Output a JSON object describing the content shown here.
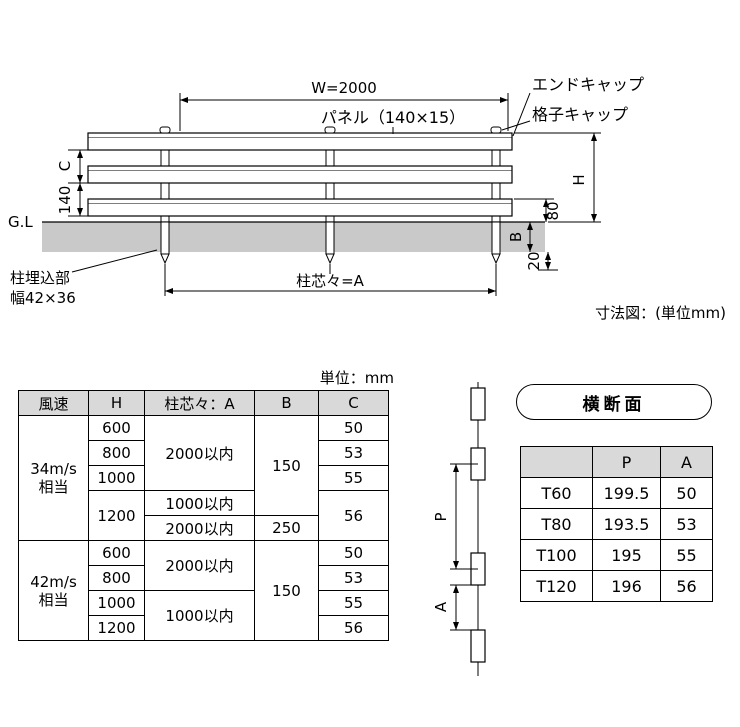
{
  "drawing": {
    "w_dim": "W=2000",
    "panel_label": "パネル（140×15）",
    "end_cap_label": "エンドキャップ",
    "grid_cap_label": "格子キャップ",
    "gl_label": "G.L",
    "h_dim": "H",
    "dim_80": "80",
    "dim_b": "B",
    "dim_20": "20",
    "dim_c": "C",
    "dim_140": "140",
    "embed_label_l1": "柱埋込部",
    "embed_label_l2": "幅42×36",
    "post_pitch_label": "柱芯々=A",
    "caption": "寸法図：(単位mm)"
  },
  "spec_table": {
    "unit_note": "単位：mm",
    "headers": {
      "wind": "風速",
      "h": "H",
      "a": "柱芯々：A",
      "b": "B",
      "c": "C"
    },
    "g34": {
      "wind_l1": "34m/s",
      "wind_l2": "相当",
      "r1": {
        "h": "600",
        "a": "2000以内",
        "b": "150",
        "c": "50"
      },
      "r2": {
        "h": "800",
        "c": "53"
      },
      "r3": {
        "h": "1000",
        "c": "55"
      },
      "r4": {
        "h": "1200",
        "a": "1000以内",
        "c": "56"
      },
      "r5": {
        "a": "2000以内",
        "b": "250"
      }
    },
    "g42": {
      "wind_l1": "42m/s",
      "wind_l2": "相当",
      "r1": {
        "h": "600",
        "a": "2000以内",
        "b": "150",
        "c": "50"
      },
      "r2": {
        "h": "800",
        "c": "53"
      },
      "r3": {
        "h": "1000",
        "a": "1000以内",
        "c": "55"
      },
      "r4": {
        "h": "1200",
        "c": "56"
      }
    }
  },
  "cross_section": {
    "title": "横断面",
    "dim_p": "P",
    "dim_a": "A",
    "table": {
      "headers": {
        "model": "",
        "p": "P",
        "a": "A"
      },
      "rows": [
        {
          "model": "T60",
          "p": "199.5",
          "a": "50"
        },
        {
          "model": "T80",
          "p": "193.5",
          "a": "53"
        },
        {
          "model": "T100",
          "p": "195",
          "a": "55"
        },
        {
          "model": "T120",
          "p": "196",
          "a": "56"
        }
      ]
    }
  }
}
